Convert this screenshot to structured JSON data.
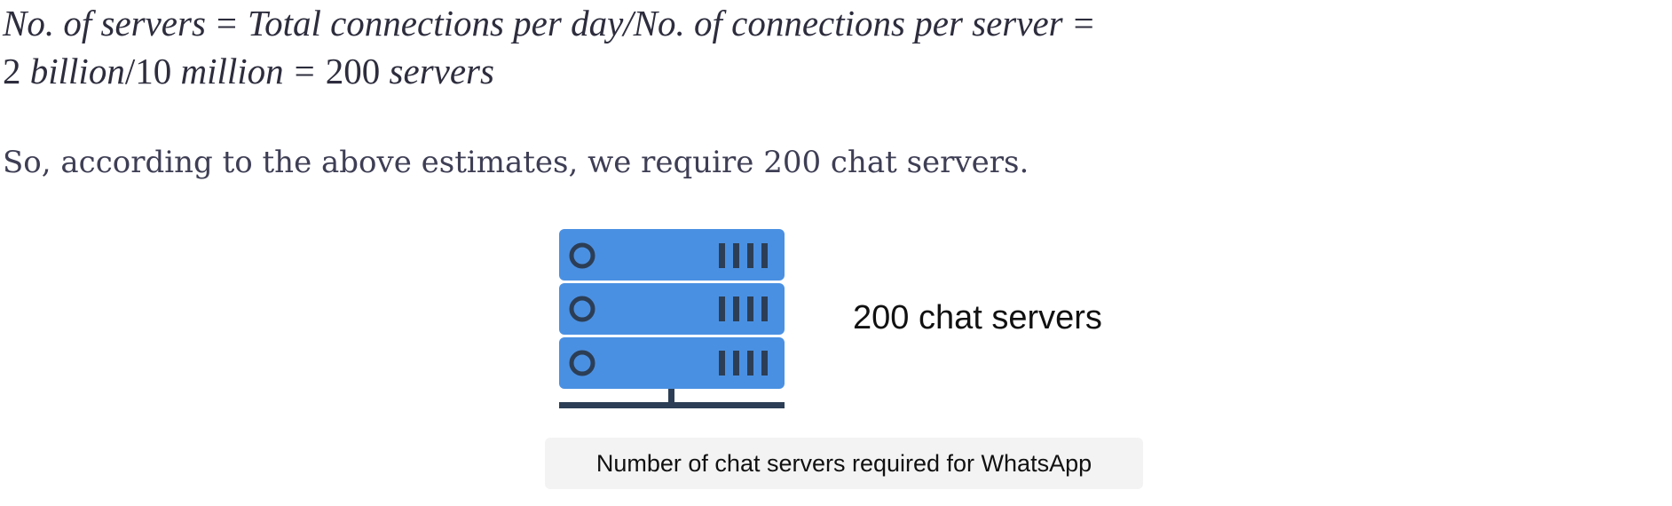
{
  "equation": {
    "line1": {
      "lhs": "No. of servers",
      "equals1": "=",
      "rhs": "Total connections per day/No. of connections per server",
      "equals2": "="
    },
    "line2": {
      "numerator": "2",
      "numerator_unit": "billion",
      "slash": "/",
      "denominator": "10",
      "denominator_unit": "million",
      "equals": "=",
      "result": "200",
      "result_unit": "servers"
    }
  },
  "paragraph": "So, according to the above estimates, we require 200 chat servers.",
  "figure": {
    "icon": "server-rack-icon",
    "rack_color": "#4a90e2",
    "detail_color": "#2c3e55",
    "unit_count": 3,
    "label": "200 chat servers",
    "caption": "Number of chat servers required for WhatsApp"
  }
}
